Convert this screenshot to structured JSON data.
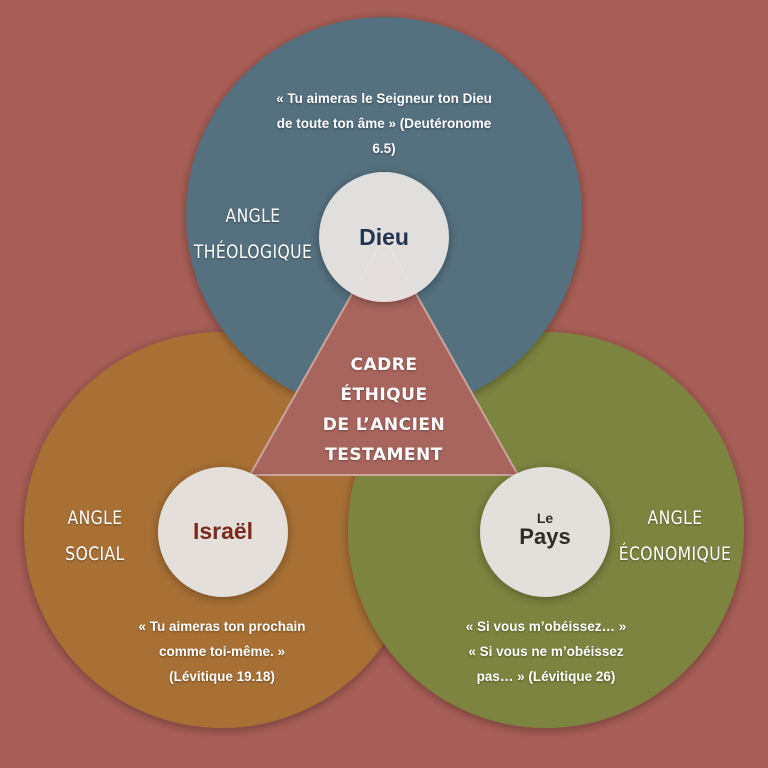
{
  "colors": {
    "background": "#a85e56",
    "theological": "#54707f",
    "social": "#a86f35",
    "economic": "#7d8440",
    "triangle": "#a8655d",
    "node": "#eae8e6",
    "god_text": "#24344f",
    "israel_text": "#7a2b1e",
    "land_text": "#2e2d24"
  },
  "center": {
    "lines": [
      "CADRE",
      "ÉTHIQUE",
      "DE L’ANCIEN",
      "TESTAMENT"
    ]
  },
  "nodes": {
    "god": "Dieu",
    "israel": "Israël",
    "land_small": "Le",
    "land": "Pays"
  },
  "angles": {
    "theological": [
      "ANGLE",
      "THÉOLOGIQUE"
    ],
    "social": [
      "ANGLE",
      "SOCIAL"
    ],
    "economic": [
      "ANGLE",
      "ÉCONOMIQUE"
    ]
  },
  "quotes": {
    "theological": [
      "« Tu aimeras le Seigneur ton Dieu",
      "de toute ton âme » (Deutéronome",
      "6.5)"
    ],
    "social": [
      "« Tu aimeras ton prochain",
      "comme toi-même. »",
      "(Lévitique 19.18)"
    ],
    "economic": [
      "« Si vous m’obéissez… »",
      "« Si vous ne m’obéissez",
      "pas… » (Lévitique 26)"
    ]
  }
}
